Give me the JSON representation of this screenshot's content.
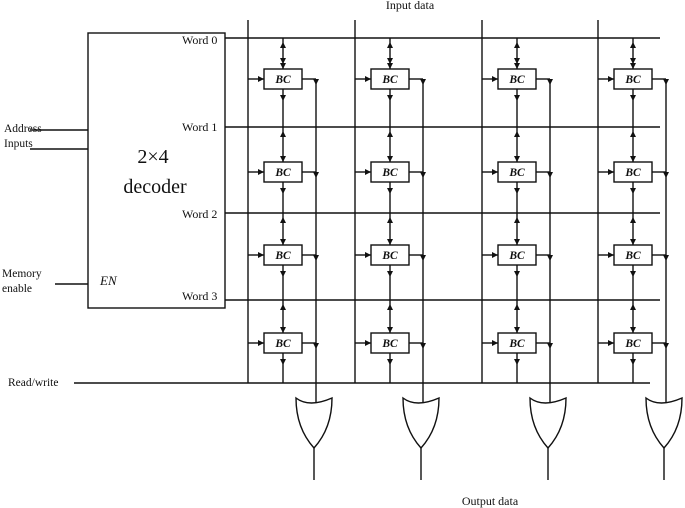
{
  "input_label": "Input data",
  "output_label": "Output data",
  "decoder": {
    "title": "2×4",
    "subtitle": "decoder",
    "enable": "EN"
  },
  "left_inputs": {
    "address_line1": "Address",
    "address_line2": "Inputs",
    "memory_line1": "Memory",
    "memory_line2": "enable",
    "readwrite": "Read/write"
  },
  "words": [
    "Word 0",
    "Word 1",
    "Word 2",
    "Word 3"
  ],
  "cell_label": "BC",
  "columns": 4
}
